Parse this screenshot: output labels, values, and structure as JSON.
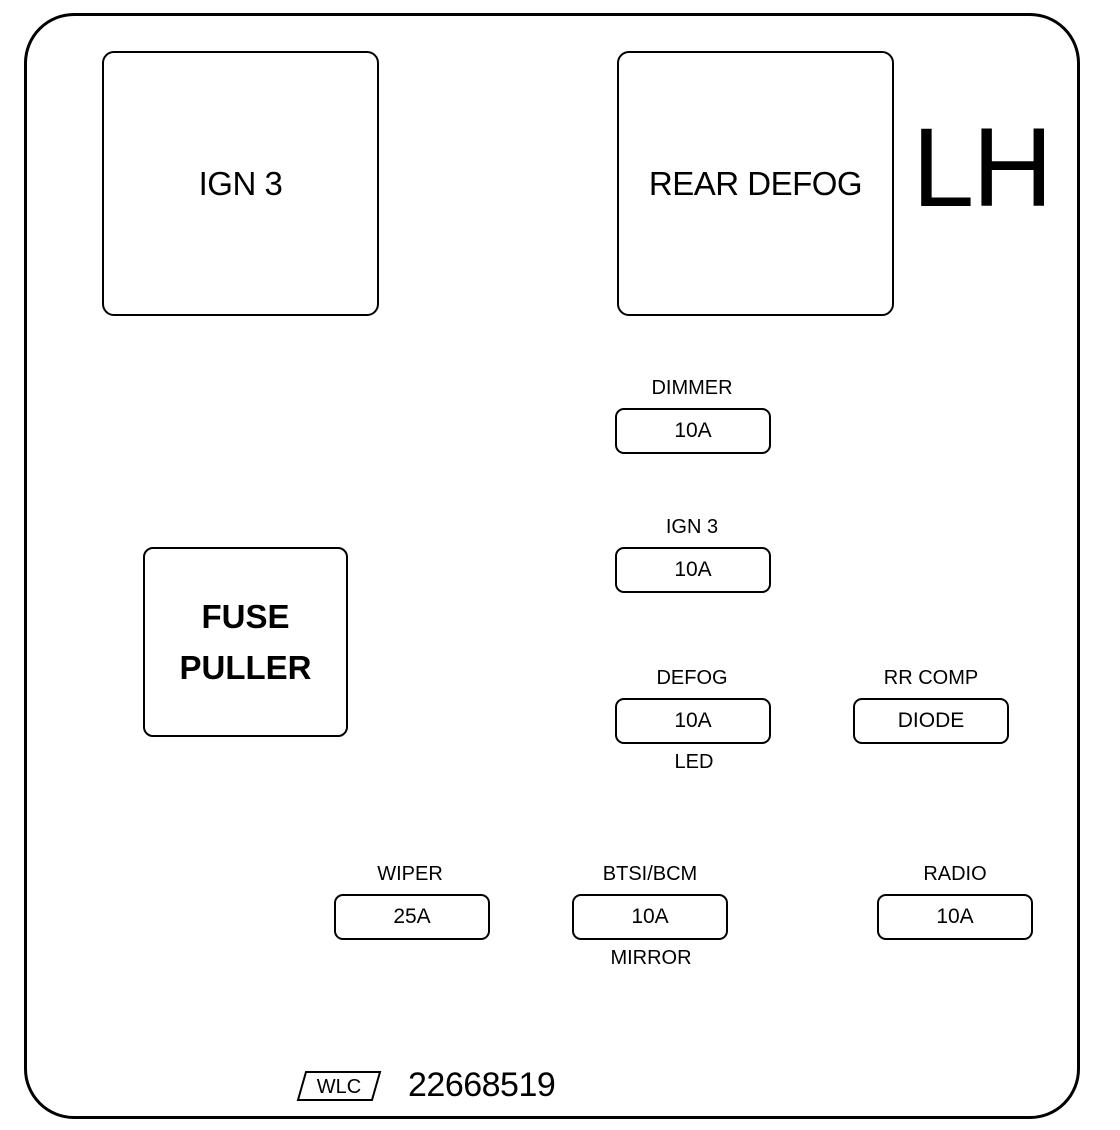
{
  "side_label": "LH",
  "relays": {
    "ign3": "IGN 3",
    "rear_defog": "REAR DEFOG"
  },
  "fuse_puller": {
    "line1": "FUSE",
    "line2": "PULLER"
  },
  "fuses": {
    "dimmer": {
      "label": "DIMMER",
      "rating": "10A"
    },
    "ign3": {
      "label": "IGN 3",
      "rating": "10A"
    },
    "defog": {
      "label": "DEFOG",
      "rating": "10A",
      "sublabel": "LED"
    },
    "rr_comp": {
      "label": "RR COMP",
      "rating": "DIODE"
    },
    "wiper": {
      "label": "WIPER",
      "rating": "25A"
    },
    "btsi_bcm": {
      "label": "BTSI/BCM",
      "rating": "10A",
      "sublabel": "MIRROR"
    },
    "radio": {
      "label": "RADIO",
      "rating": "10A"
    }
  },
  "footer": {
    "logo_text": "WLC",
    "part_number": "22668519"
  }
}
